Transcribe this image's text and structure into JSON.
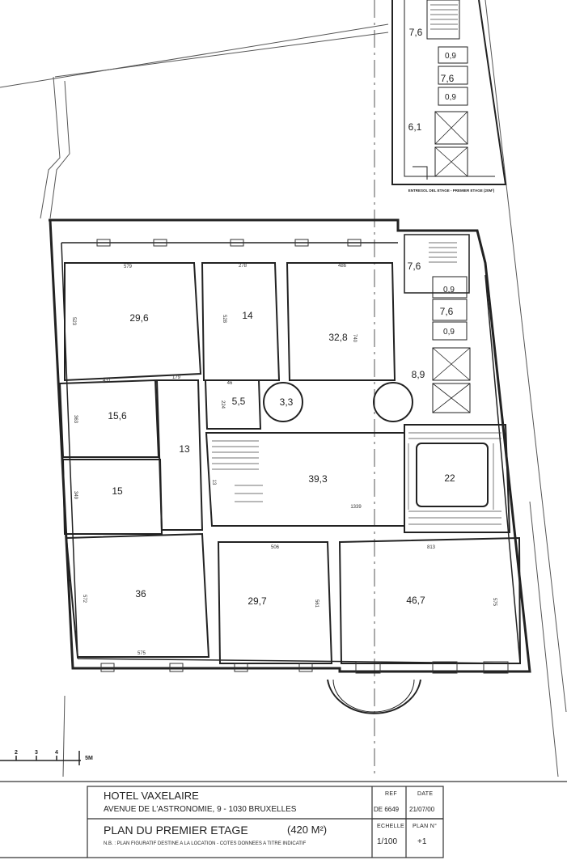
{
  "rooms": [
    {
      "id": "r1",
      "label": "29,6"
    },
    {
      "id": "r2",
      "label": "14"
    },
    {
      "id": "r3",
      "label": "32,8"
    },
    {
      "id": "r4",
      "label": "7,6"
    },
    {
      "id": "r5",
      "label": "7,6"
    },
    {
      "id": "r6",
      "label": "8,9"
    },
    {
      "id": "r7",
      "label": "15,6"
    },
    {
      "id": "r8",
      "label": "5,5"
    },
    {
      "id": "r9",
      "label": "3,3"
    },
    {
      "id": "r10",
      "label": "13"
    },
    {
      "id": "r11",
      "label": "15"
    },
    {
      "id": "r12",
      "label": "39,3"
    },
    {
      "id": "r13",
      "label": "22"
    },
    {
      "id": "r14",
      "label": "36"
    },
    {
      "id": "r15",
      "label": "29,7"
    },
    {
      "id": "r16",
      "label": "46,7"
    },
    {
      "id": "r17",
      "label": "7,6"
    },
    {
      "id": "r18",
      "label": "7,6"
    },
    {
      "id": "r19",
      "label": "6,1"
    }
  ],
  "dimensions": [
    "579",
    "278",
    "486",
    "523",
    "528",
    "740",
    "431",
    "179",
    "46",
    "224",
    "363",
    "349",
    "13",
    "1339",
    "572",
    "575",
    "506",
    "561",
    "813",
    "575"
  ],
  "wc_labels": [
    "0,9",
    "0,9",
    "0,9",
    "0,9"
  ],
  "mezzanine_caption": "ENTRESOL DEL ETAGE - PREMIER ETAGE (20M²)",
  "scale_bar": {
    "ticks": [
      "2",
      "3",
      "4",
      "5M"
    ]
  },
  "title_block": {
    "building": "HOTEL VAXELAIRE",
    "address": "AVENUE DE L'ASTRONOMIE, 9   -  1030 BRUXELLES",
    "plan_title": "PLAN DU PREMIER ETAGE",
    "area": "(420 M²)",
    "note": "N.B. : PLAN FIGURATIF DESTINE A LA LOCATION  -  COTES DONNEES A TITRE INDICATIF",
    "ref_label": "REF",
    "ref_value": "DE 6649",
    "date_label": "DATE",
    "date_value": "21/07/00",
    "scale_label": "ECHELLE",
    "scale_value": "1/100",
    "plan_no_label": "PLAN N°",
    "plan_no_value": "+1"
  }
}
